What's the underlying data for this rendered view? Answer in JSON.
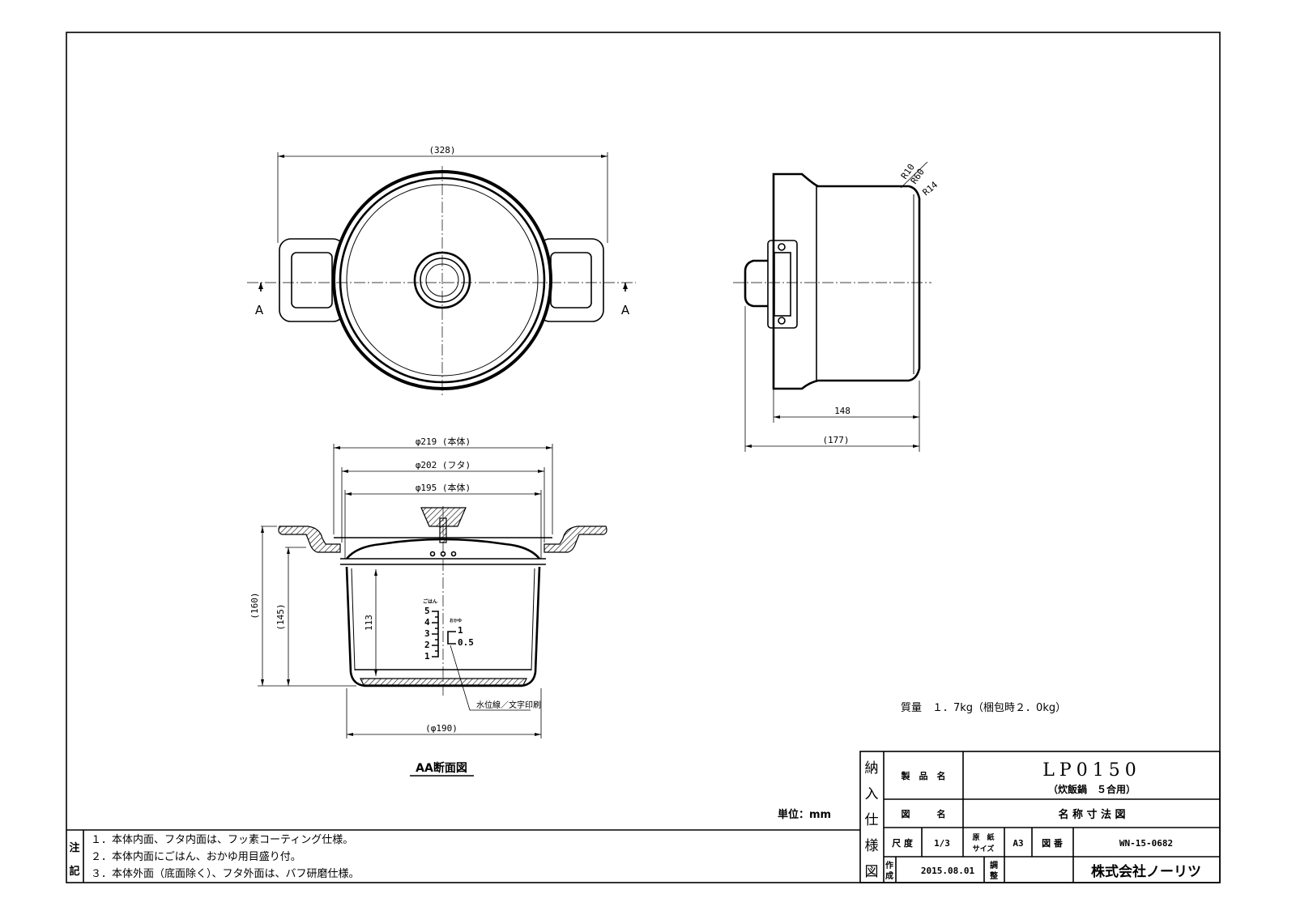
{
  "top_view": {
    "overall_width": "(328)",
    "section_mark_left": "A",
    "section_mark_right": "A"
  },
  "side_view": {
    "radius_1": "R10",
    "radius_2": "R60",
    "radius_3": "R14",
    "body_length": "148",
    "overall_length": "(177)"
  },
  "section_view": {
    "dia_body_outer": "φ219 (本体)",
    "dia_lid": "φ202 (フタ)",
    "dia_body_inner": "φ195 (本体)",
    "height_overall": "(160)",
    "height_handle": "(145)",
    "depth_inner": "113",
    "dia_bottom": "(φ190)",
    "leader_note": "水位線／文字印刷",
    "scale_label_rice": "ごはん",
    "scale_label_porridge": "おかゆ",
    "rice_marks": [
      "5",
      "4",
      "3",
      "2",
      "1"
    ],
    "porridge_marks": [
      "1",
      "0.5"
    ],
    "caption": "AA断面図"
  },
  "mass_note": "質量　１．7kg（梱包時２．0kg）",
  "unit_label": "単位：mm",
  "notes": {
    "heading": [
      "注",
      "記"
    ],
    "items": [
      "１．本体内面、フタ内面は、フッ素コーティング仕様。",
      "２．本体内面にごはん、おかゆ用目盛り付。",
      "３．本体外面（底面除く）、フタ外面は、バフ研磨仕様。"
    ]
  },
  "title_block": {
    "side_label": [
      "納",
      "入",
      "仕",
      "様",
      "図"
    ],
    "product_name_label": "製　品　名",
    "product_name": "LP0150",
    "product_subtitle": "（炊飯鍋　５合用）",
    "drawing_name_label": "図　　　名",
    "drawing_name": "名 称 寸 法 図",
    "scale_label": "尺 度",
    "scale": "1/3",
    "paper_size_label": [
      "原　紙",
      "サイズ"
    ],
    "paper_size": "A3",
    "drawing_no_label": "図 番",
    "drawing_no": "WN-15-0682",
    "created_label": [
      "作",
      "成"
    ],
    "created_date": "2015.08.01",
    "adjusted_label": [
      "調",
      "整"
    ],
    "adjusted_value": "",
    "company": "株式会社ノーリツ"
  }
}
